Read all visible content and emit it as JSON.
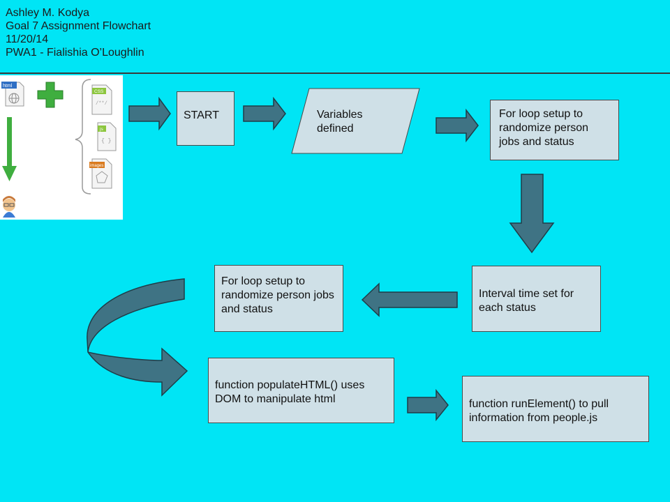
{
  "header": {
    "line1": "Ashley M. Kodya",
    "line2": "Goal 7 Assignment Flowchart",
    "line3": "11/20/14",
    "line4": "PWA1 - Fialishia O’Loughlin"
  },
  "icons": {
    "html_label": "html",
    "css_label": "CSS",
    "css_glyph": "/**/",
    "js_label": "js",
    "js_glyph": "{ }",
    "images_label": "images"
  },
  "flow": {
    "start": "START",
    "variables": "Variables defined",
    "loop1": "For loop setup to randomize person jobs and status",
    "interval": "Interval time set for each status",
    "loop2": "For loop setup to randomize person jobs and status",
    "populate": "function populateHTML() uses DOM to manipulate html",
    "run_element": "function runElement() to pull information from people.js"
  },
  "colors": {
    "background": "#00e5f5",
    "box_fill": "#cfe0e7",
    "arrow_fill": "#3f7384",
    "arrow_stroke": "#1f3d48"
  }
}
